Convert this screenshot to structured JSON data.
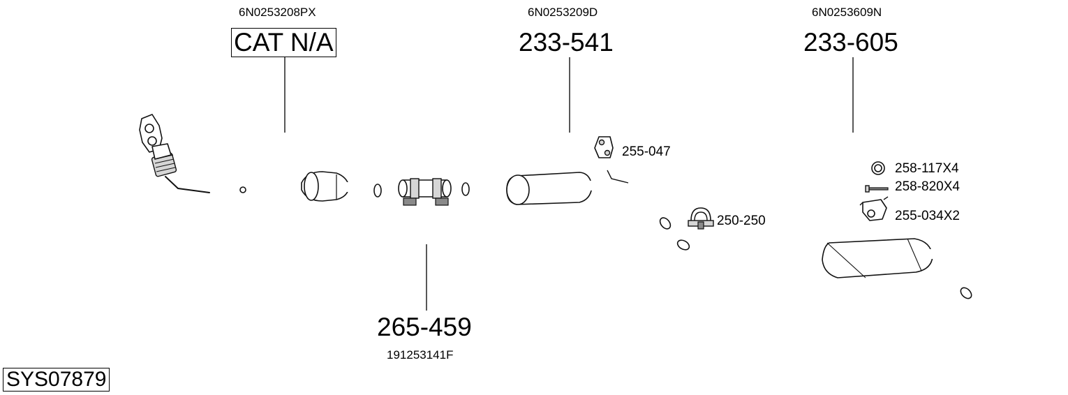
{
  "system_id": "SYS07879",
  "parts": {
    "front_pipe": {
      "oem": "6N0253208PX",
      "number": "CAT N/A"
    },
    "middle_silencer": {
      "oem": "6N0253209D",
      "number": "233-541"
    },
    "rear_silencer": {
      "oem": "6N0253609N",
      "number": "233-605"
    },
    "clamp": {
      "oem": "191253141F",
      "number": "265-459"
    }
  },
  "accessories": {
    "rubber_hanger": "255-047",
    "pipe_clamp": "250-250",
    "ring": "258-117X4",
    "bolt": "258-820X4",
    "mount": "255-034X2"
  }
}
